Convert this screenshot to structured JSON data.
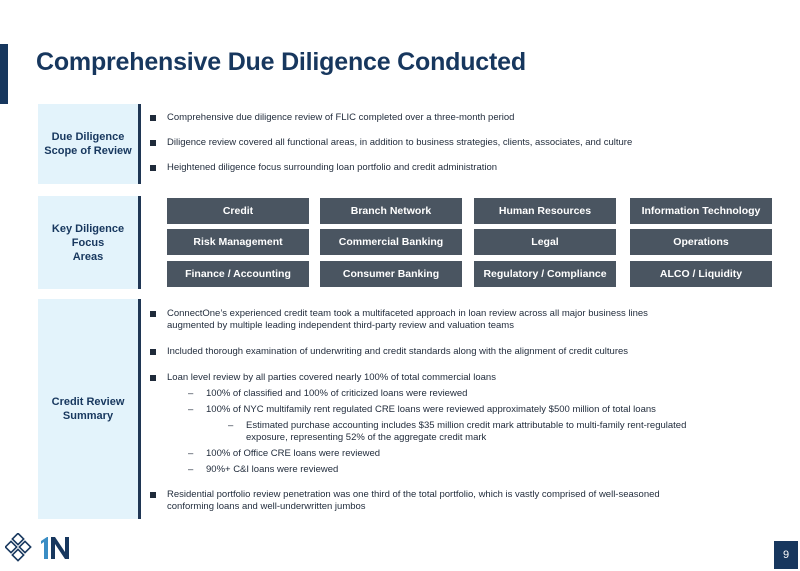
{
  "title": "Comprehensive Due Diligence Conducted",
  "scope": {
    "label_line1": "Due Diligence",
    "label_line2": "Scope of Review",
    "bullets": [
      "Comprehensive due diligence review of FLIC completed over a three-month period",
      "Diligence review covered all functional areas, in addition to business strategies, clients, associates, and culture",
      "Heightened diligence focus surrounding loan portfolio and credit administration"
    ]
  },
  "focus": {
    "label_line1": "Key Diligence Focus",
    "label_line2": "Areas",
    "boxes": [
      "Credit",
      "Branch Network",
      "Human Resources",
      "Information Technology",
      "Risk Management",
      "Commercial Banking",
      "Legal",
      "Operations",
      "Finance / Accounting",
      "Consumer Banking",
      "Regulatory / Compliance",
      "ALCO / Liquidity"
    ]
  },
  "credit": {
    "label_line1": "Credit Review",
    "label_line2": "Summary",
    "b1_line1": "ConnectOne’s experienced credit team took a multifaceted approach in loan review across all major business lines",
    "b1_line2": "augmented by multiple leading independent third-party review and valuation teams",
    "b2": "Included thorough examination of underwriting and credit standards along with the alignment of credit cultures",
    "b3": "Loan level review by all parties covered nearly 100% of total commercial loans",
    "d1": "100% of classified and 100% of criticized loans were reviewed",
    "d2": "100% of NYC multifamily rent regulated CRE loans were reviewed approximately $500 million of total loans",
    "d3_line1": "Estimated purchase accounting includes $35 million credit mark attributable to multi-family rent-regulated",
    "d3_line2": "exposure, representing 52% of the aggregate credit mark",
    "d4": "100% of Office CRE loans were reviewed",
    "d5": "90%+ C&I loans were reviewed",
    "b4_line1": "Residential portfolio review penetration was one third of the total portfolio, which is vastly comprised of well-seasoned",
    "b4_line2": "conforming loans and well-underwritten jumbos",
    "dash_mark": "–"
  },
  "logo": {
    "icon": "1n-logo-icon",
    "color_teal": "#3a8dc4",
    "color_navy": "#17375e"
  },
  "page_number": "9",
  "colors": {
    "navy": "#17375e",
    "label_bg": "#e3f3fb",
    "box_bg": "#4a5561"
  }
}
